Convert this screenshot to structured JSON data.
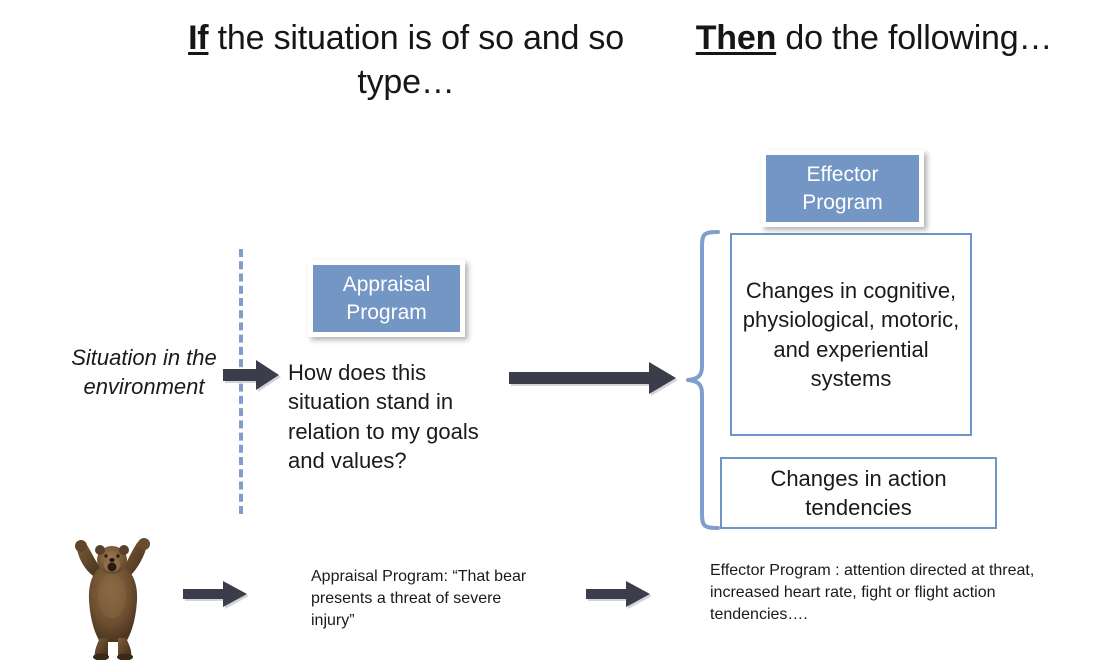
{
  "headings": {
    "left": {
      "emphasis": "If",
      "rest": " the situation is of so and so type…"
    },
    "right": {
      "emphasis": "Then",
      "rest": " do the following…"
    }
  },
  "chips": {
    "appraisal": "Appraisal Program",
    "effector": "Effector Program"
  },
  "boxes": {
    "changes_systems": "Changes in cognitive, physiological, motoric, and experiential systems",
    "action_tendencies": "Changes in action tendencies"
  },
  "flow": {
    "situation_label": "Situation in the environment",
    "appraisal_question": "How does this situation stand in relation to my goals and values?"
  },
  "examples": {
    "appraisal": "Appraisal Program: “That bear presents a threat of severe injury”",
    "effector": "Effector Program : attention directed at threat, increased heart rate, fight or flight action tendencies…."
  },
  "icons": {
    "arrow_situation": "right-arrow-icon",
    "arrow_main": "long-right-arrow-icon",
    "arrow_bottom_left": "right-arrow-icon",
    "arrow_bottom_right": "right-arrow-icon",
    "brace": "left-curly-brace-icon",
    "divider": "vertical-dashed-divider-icon",
    "bear": "standing-bear-image"
  },
  "colors": {
    "chip_fill": "#7396c4",
    "box_border": "#6f94c9",
    "brace": "#7f9ecb",
    "dashed_line": "#7f9ecb",
    "arrow": "#3b3d4a",
    "text": "#1a1a1a",
    "background": "#ffffff"
  }
}
